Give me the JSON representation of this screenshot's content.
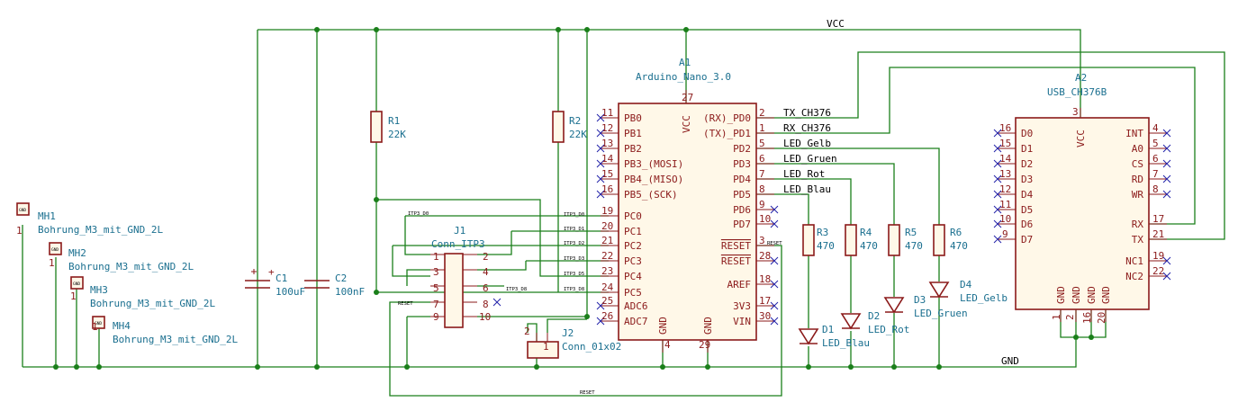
{
  "nets": {
    "vcc": "VCC",
    "gnd": "GND",
    "tx": "TX_CH376",
    "rx": "RX_CH376",
    "led_gelb": "LED_Gelb",
    "led_gruen": "LED_Gruen",
    "led_rot": "LED_Rot",
    "led_blau": "LED_Blau",
    "itp_d0": "ITP3_D0",
    "itp_d1": "ITP3_D1",
    "itp_d2": "ITP3_D2",
    "itp_d3": "ITP3_D3",
    "itp_d5": "ITP3_D5",
    "itp_d8": "ITP3_D8",
    "reset": "RESET"
  },
  "components": {
    "a1": {
      "ref": "A1",
      "value": "Arduino_Nano_3.0",
      "vcc_pin": "27",
      "vcc_label": "VCC",
      "gnd_label": "GND",
      "gnd_pin_1": "4",
      "gnd_pin_2": "29",
      "left": [
        {
          "num": "11",
          "name": "PB0"
        },
        {
          "num": "12",
          "name": "PB1"
        },
        {
          "num": "13",
          "name": "PB2"
        },
        {
          "num": "14",
          "name": "PB3_(MOSI)"
        },
        {
          "num": "15",
          "name": "PB4_(MISO)"
        },
        {
          "num": "16",
          "name": "PB5_(SCK)"
        },
        {
          "num": "19",
          "name": "PC0"
        },
        {
          "num": "20",
          "name": "PC1"
        },
        {
          "num": "21",
          "name": "PC2"
        },
        {
          "num": "22",
          "name": "PC3"
        },
        {
          "num": "23",
          "name": "PC4"
        },
        {
          "num": "24",
          "name": "PC5"
        },
        {
          "num": "25",
          "name": "ADC6"
        },
        {
          "num": "26",
          "name": "ADC7"
        }
      ],
      "right": [
        {
          "num": "2",
          "name": "(RX)_PD0"
        },
        {
          "num": "1",
          "name": "(TX)_PD1"
        },
        {
          "num": "5",
          "name": "PD2"
        },
        {
          "num": "6",
          "name": "PD3"
        },
        {
          "num": "7",
          "name": "PD4"
        },
        {
          "num": "8",
          "name": "PD5"
        },
        {
          "num": "9",
          "name": "PD6"
        },
        {
          "num": "10",
          "name": "PD7"
        },
        {
          "num": "3",
          "name": "RESET"
        },
        {
          "num": "28",
          "name": "RESET"
        },
        {
          "num": "18",
          "name": "AREF"
        },
        {
          "num": "17",
          "name": "3V3"
        },
        {
          "num": "30",
          "name": "VIN"
        }
      ]
    },
    "a2": {
      "ref": "A2",
      "value": "USB_CH376B",
      "vcc_pin": "3",
      "vcc_label": "VCC",
      "gnd_label": "GND",
      "gnd_pins": [
        "1",
        "2",
        "16",
        "20"
      ],
      "left": [
        {
          "num": "16",
          "name": "D0"
        },
        {
          "num": "15",
          "name": "D1"
        },
        {
          "num": "14",
          "name": "D2"
        },
        {
          "num": "13",
          "name": "D3"
        },
        {
          "num": "12",
          "name": "D4"
        },
        {
          "num": "11",
          "name": "D5"
        },
        {
          "num": "10",
          "name": "D6"
        },
        {
          "num": "9",
          "name": "D7"
        }
      ],
      "right": [
        {
          "num": "4",
          "name": "INT"
        },
        {
          "num": "5",
          "name": "A0"
        },
        {
          "num": "6",
          "name": "CS"
        },
        {
          "num": "7",
          "name": "RD"
        },
        {
          "num": "8",
          "name": "WR"
        },
        {
          "num": "17",
          "name": "RX"
        },
        {
          "num": "21",
          "name": "TX"
        },
        {
          "num": "19",
          "name": "NC1"
        },
        {
          "num": "22",
          "name": "NC2"
        }
      ]
    },
    "r1": {
      "ref": "R1",
      "value": "22K"
    },
    "r2": {
      "ref": "R2",
      "value": "22K"
    },
    "r3": {
      "ref": "R3",
      "value": "470"
    },
    "r4": {
      "ref": "R4",
      "value": "470"
    },
    "r5": {
      "ref": "R5",
      "value": "470"
    },
    "r6": {
      "ref": "R6",
      "value": "470"
    },
    "c1": {
      "ref": "C1",
      "value": "100uF",
      "polarity": "+"
    },
    "c2": {
      "ref": "C2",
      "value": "100nF"
    },
    "d1": {
      "ref": "D1",
      "value": "LED_Blau"
    },
    "d2": {
      "ref": "D2",
      "value": "LED_Rot"
    },
    "d3": {
      "ref": "D3",
      "value": "LED_Gruen"
    },
    "d4": {
      "ref": "D4",
      "value": "LED_Gelb"
    },
    "j1": {
      "ref": "J1",
      "value": "Conn_ITP3",
      "pins": [
        "1",
        "2",
        "3",
        "4",
        "5",
        "6",
        "7",
        "8",
        "9",
        "10"
      ]
    },
    "j2": {
      "ref": "J2",
      "value": "Conn_01x02",
      "pins": [
        "1",
        "2"
      ]
    },
    "mh_tag": "GND",
    "mh_pin": "1",
    "mh": [
      {
        "ref": "MH1",
        "value": "Bohrung_M3_mit_GND_2L"
      },
      {
        "ref": "MH2",
        "value": "Bohrung_M3_mit_GND_2L"
      },
      {
        "ref": "MH3",
        "value": "Bohrung_M3_mit_GND_2L"
      },
      {
        "ref": "MH4",
        "value": "Bohrung_M3_mit_GND_2L"
      }
    ]
  }
}
